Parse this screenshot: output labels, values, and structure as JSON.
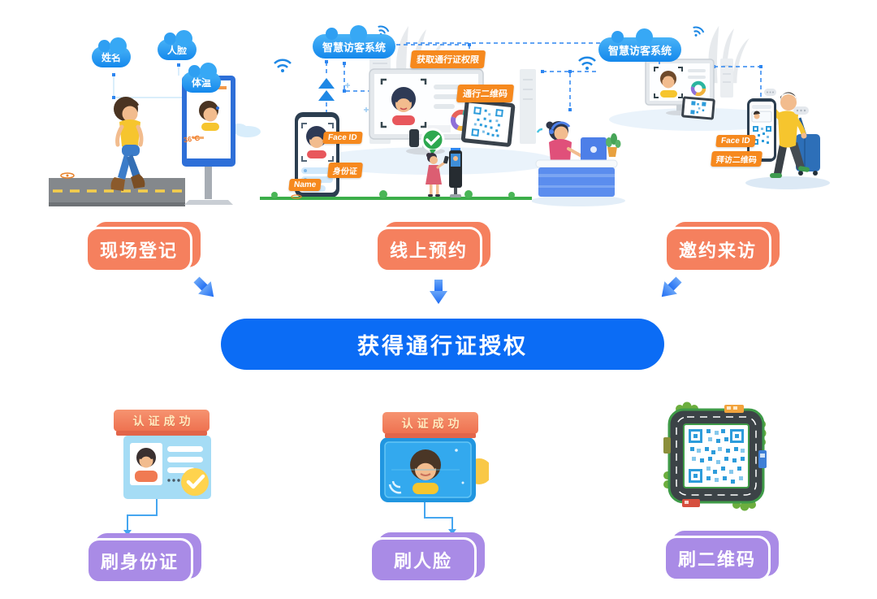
{
  "banner": {
    "label": "获得通行证授权"
  },
  "flows": {
    "onsite": {
      "label": "现场登记",
      "cloud_name": "姓名",
      "cloud_face": "人脸",
      "cloud_temp": "体温",
      "kiosk_reading": "36°C"
    },
    "online": {
      "label": "线上预约",
      "cloud": "智慧访客系统",
      "tag_permission": "获取通行证权限",
      "tag_pass_qr": "通行二维码",
      "tag_face_id": "Face ID",
      "tag_id_card": "身份证",
      "tag_name": "Name"
    },
    "invite": {
      "label": "邀约来访",
      "cloud": "智慧访客系统",
      "tag_face_id": "Face ID",
      "tag_visit_qr": "拜访二维码"
    }
  },
  "methods": {
    "id_card": {
      "badge": "认证成功",
      "label": "刷身份证"
    },
    "face": {
      "badge": "认证成功",
      "label": "刷人脸"
    },
    "qr": {
      "label": "刷二维码"
    }
  },
  "colors": {
    "flow_button": "#F5805E",
    "method_button": "#A98BE6",
    "banner_blue": "#0B6CF5",
    "tag_orange": "#F6891E",
    "cloud_blue": "#2196F3",
    "arrow_blue": "#2F7BF5"
  }
}
